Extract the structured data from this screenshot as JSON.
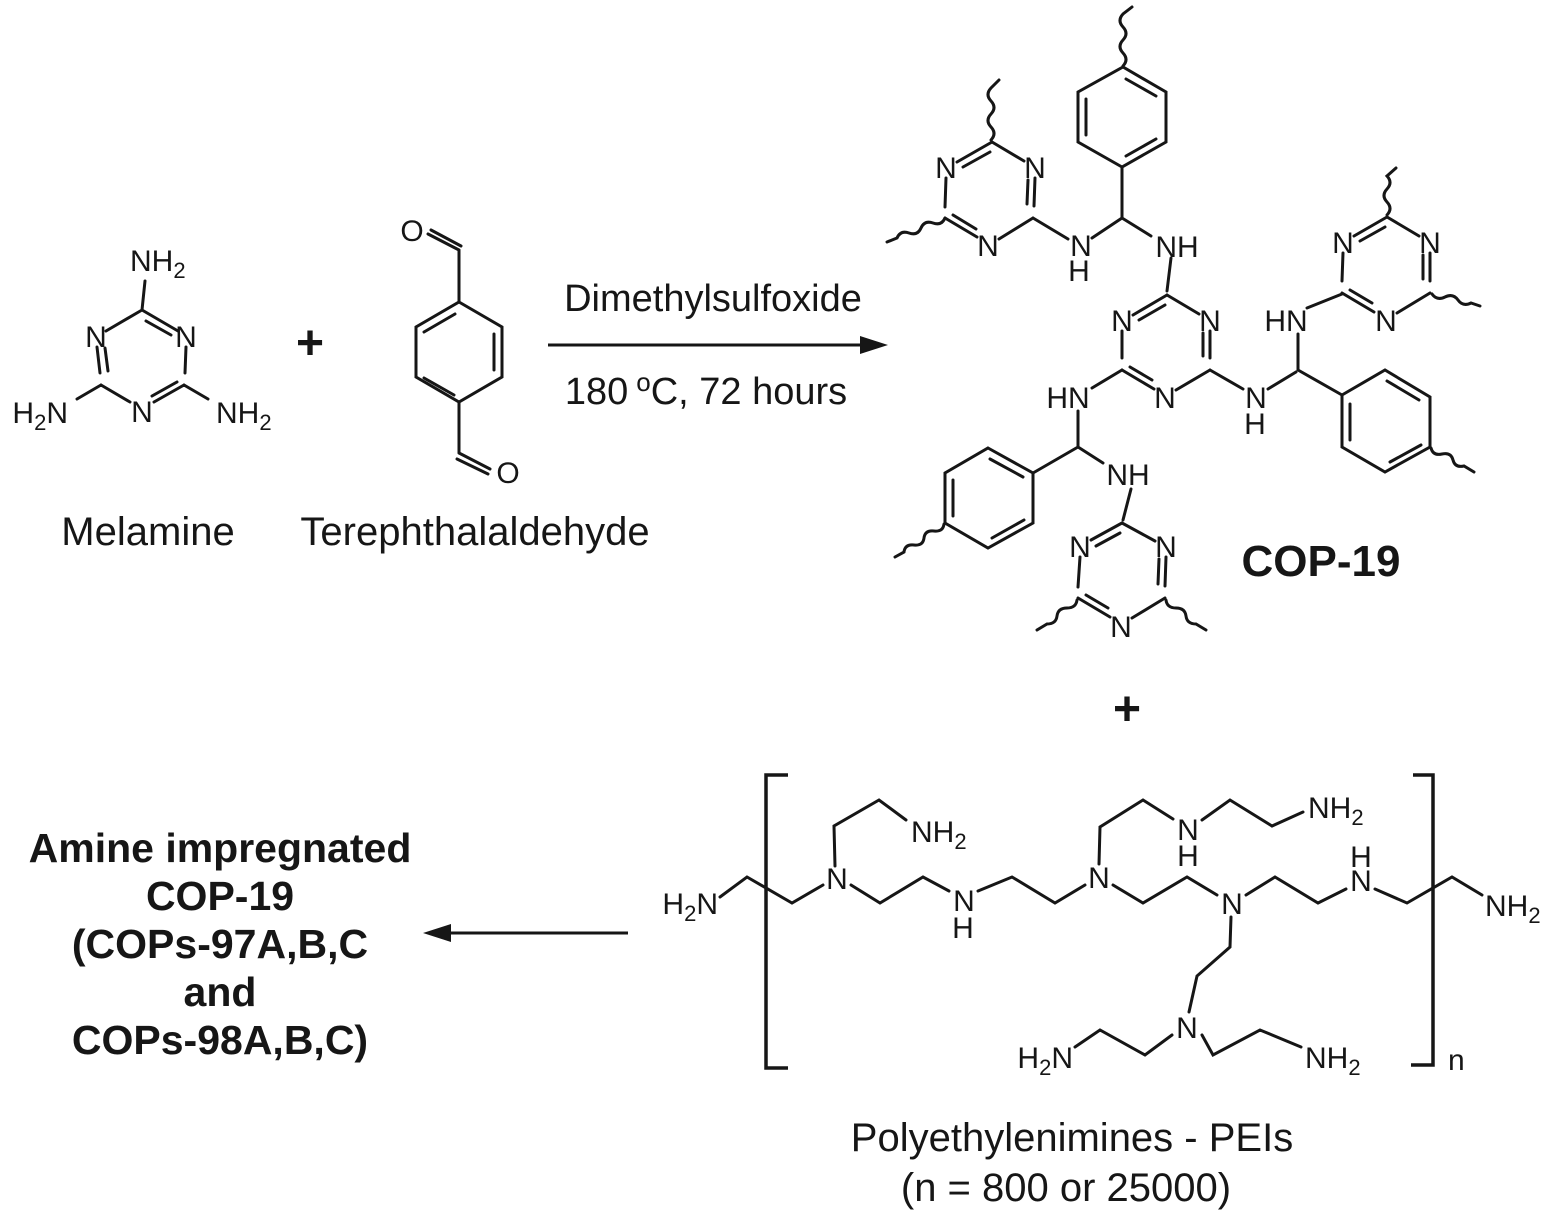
{
  "glyphs": {
    "N": "N",
    "H": "H",
    "NH": "NH",
    "HN": "HN",
    "O": "O",
    "NH2_main": "NH",
    "H2N_pre": "H",
    "H2N_post": "N",
    "sub2": "2",
    "n_sub": "n"
  },
  "reaction1": {
    "plus": "+",
    "reagent": "Dimethylsulfoxide",
    "cond_pre": "180",
    "cond_sup": "o",
    "cond_post": "C, 72 hours"
  },
  "reaction2": {
    "plus": "+"
  },
  "molecules": {
    "melamine": {
      "name": "Melamine"
    },
    "terephthalaldehyde": {
      "name": "Terephthalaldehyde"
    },
    "cop19": {
      "name": "COP-19"
    },
    "pei": {
      "line1": "Polyethylenimines - PEIs",
      "line2": "(n = 800 or 25000)"
    }
  },
  "product": {
    "lines": [
      "Amine impregnated",
      "COP-19",
      "(COPs-97A,B,C",
      "and",
      "COPs-98A,B,C)"
    ]
  }
}
